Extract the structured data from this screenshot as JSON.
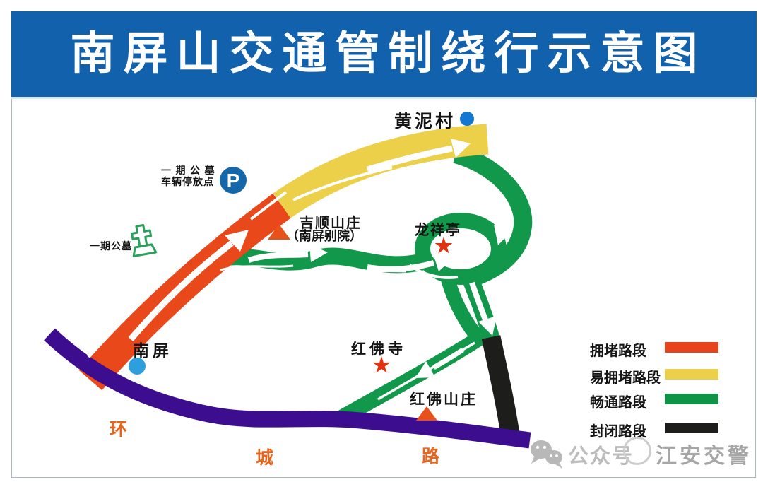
{
  "title": "南屏山交通管制绕行示意图",
  "colors": {
    "banner_blue": "#1161ad",
    "congested_orange": "#e8481a",
    "prone_yellow": "#edd04a",
    "clear_green": "#12984a",
    "closed_black": "#1d1d1b",
    "ring_purple": "#3c0d8f",
    "marker_red": "#e5320e",
    "marker_orange": "#e8521a",
    "village_dot_blue": "#1478d2",
    "nanping_dot_blue": "#2e9fdd",
    "parking_blue": "#1467a9",
    "cemetery_green": "#2ba05c",
    "ring_label_orange": "#e8641c",
    "watermark_gray": "#b2b2b2"
  },
  "map": {
    "labels": {
      "huangnicun": "黄泥村",
      "parking_line1": "一期公墓",
      "parking_line2": "车辆停放点",
      "parking_letter": "P",
      "cemetery": "一期公墓",
      "jishun_line1": "吉顺山庄",
      "jishun_line2": "（南屏别院）",
      "longxiangting": "龙祥亭",
      "nanping": "南屏",
      "hongfosi": "红佛寺",
      "hongfo_shanzhuang": "红佛山庄",
      "ring_road_char1": "环",
      "ring_road_char2": "城",
      "ring_road_char3": "路"
    }
  },
  "legend": {
    "items": [
      {
        "label": "拥堵路段",
        "color": "#e8431c"
      },
      {
        "label": "易拥堵路段",
        "color": "#edd04a"
      },
      {
        "label": "畅通路段",
        "color": "#0f9347"
      },
      {
        "label": "封闭路段",
        "color": "#1d1d1b"
      }
    ]
  },
  "watermark": {
    "prefix": "公众号",
    "name": "江安交警"
  }
}
